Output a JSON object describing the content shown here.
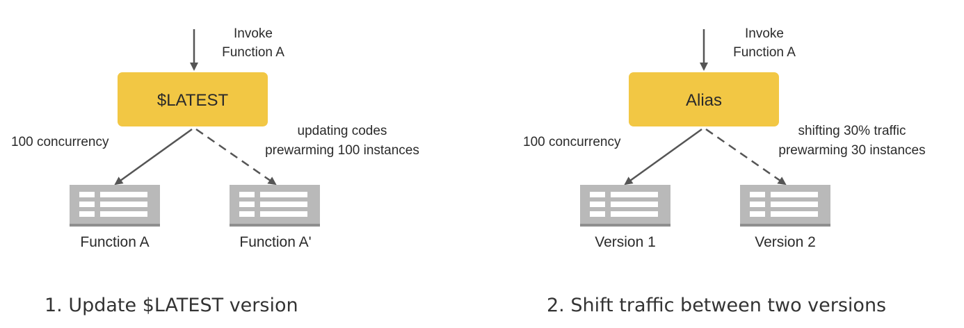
{
  "colors": {
    "accent_box": "#f2c744",
    "server_icon": "#b9b9b9",
    "server_icon_base": "#8f8f8f",
    "arrow": "#555555"
  },
  "left": {
    "invoke_line1": "Invoke",
    "invoke_line2": "Function A",
    "box_label": "$LATEST",
    "left_edge_label": "100 concurrency",
    "right_edge_line1": "updating codes",
    "right_edge_line2": "prewarming 100 instances",
    "node_left_label": "Function A",
    "node_right_label": "Function A'",
    "caption": "1. Update $LATEST version"
  },
  "right": {
    "invoke_line1": "Invoke",
    "invoke_line2": "Function A",
    "box_label": "Alias",
    "left_edge_label": "100 concurrency",
    "right_edge_line1": "shifting 30% traffic",
    "right_edge_line2": "prewarming 30 instances",
    "node_left_label": "Version 1",
    "node_right_label": "Version 2",
    "caption": "2. Shift traffic between two versions"
  }
}
